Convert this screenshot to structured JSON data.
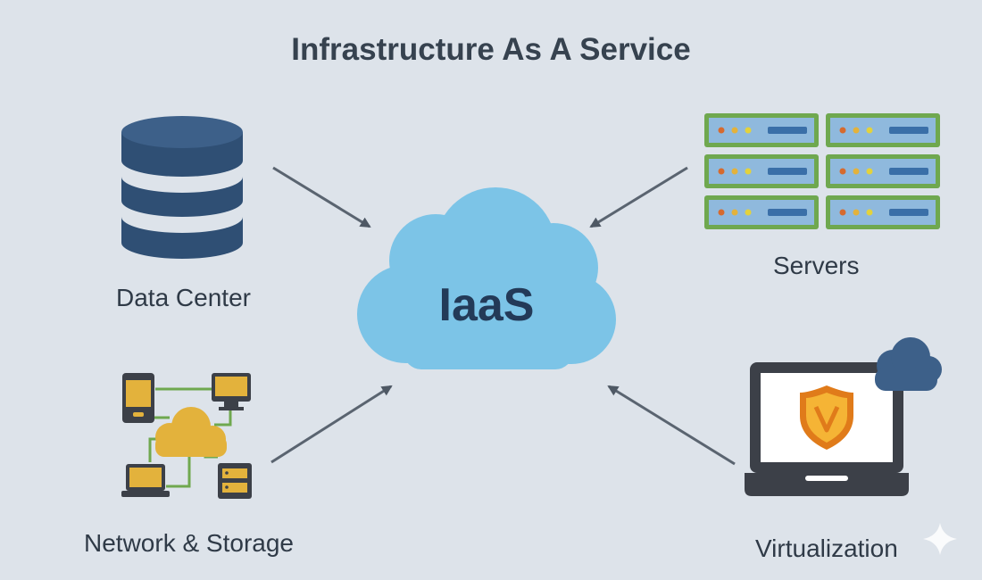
{
  "diagram": {
    "title": "Infrastructure As A Service",
    "center": {
      "label": "IaaS",
      "icon": "cloud-icon",
      "color": "#7cc4e7"
    },
    "nodes": [
      {
        "id": "data-center",
        "label": "Data Center",
        "icon": "database-icon",
        "color": "#2f4f74"
      },
      {
        "id": "servers",
        "label": "Servers",
        "icon": "server-rack-icon",
        "color": "#5a9e3e"
      },
      {
        "id": "network-storage",
        "label": "Network & Storage",
        "icon": "network-storage-icon",
        "color": "#e3b23c"
      },
      {
        "id": "virtualization",
        "label": "Virtualization",
        "icon": "laptop-shield-icon",
        "color": "#f0a020"
      }
    ],
    "edges": [
      {
        "from": "data-center",
        "to": "iaas"
      },
      {
        "from": "servers",
        "to": "iaas"
      },
      {
        "from": "network-storage",
        "to": "iaas"
      },
      {
        "from": "virtualization",
        "to": "iaas"
      }
    ],
    "watermark_icon": "sparkle-icon"
  }
}
